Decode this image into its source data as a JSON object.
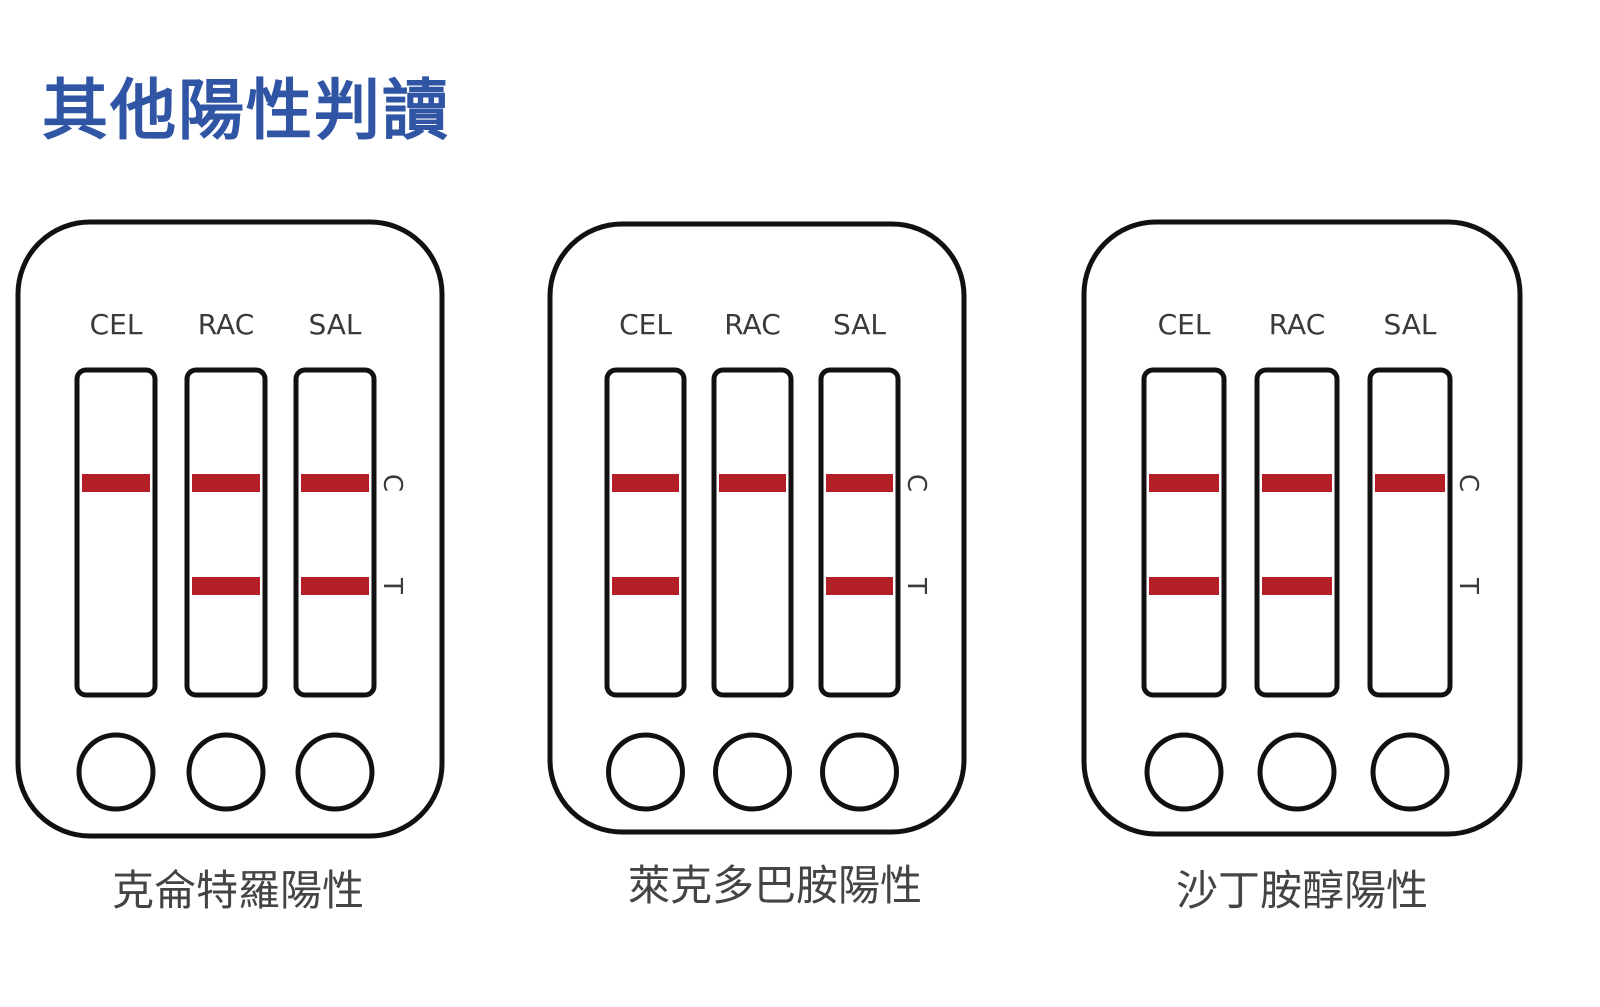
{
  "title": "其他陽性判讀",
  "colors": {
    "title": "#2f55a4",
    "outline": "#111111",
    "band": "#b41f27"
  },
  "line_markers": {
    "control": "C",
    "test": "T"
  },
  "cassettes": [
    {
      "caption": "克侖特羅陽性",
      "strips": [
        {
          "label": "CEL",
          "control_line": true,
          "test_line": false
        },
        {
          "label": "RAC",
          "control_line": true,
          "test_line": true
        },
        {
          "label": "SAL",
          "control_line": true,
          "test_line": true
        }
      ]
    },
    {
      "caption": "萊克多巴胺陽性",
      "strips": [
        {
          "label": "CEL",
          "control_line": true,
          "test_line": true
        },
        {
          "label": "RAC",
          "control_line": true,
          "test_line": false
        },
        {
          "label": "SAL",
          "control_line": true,
          "test_line": true
        }
      ]
    },
    {
      "caption": "沙丁胺醇陽性",
      "strips": [
        {
          "label": "CEL",
          "control_line": true,
          "test_line": true
        },
        {
          "label": "RAC",
          "control_line": true,
          "test_line": true
        },
        {
          "label": "SAL",
          "control_line": true,
          "test_line": false
        }
      ]
    }
  ]
}
